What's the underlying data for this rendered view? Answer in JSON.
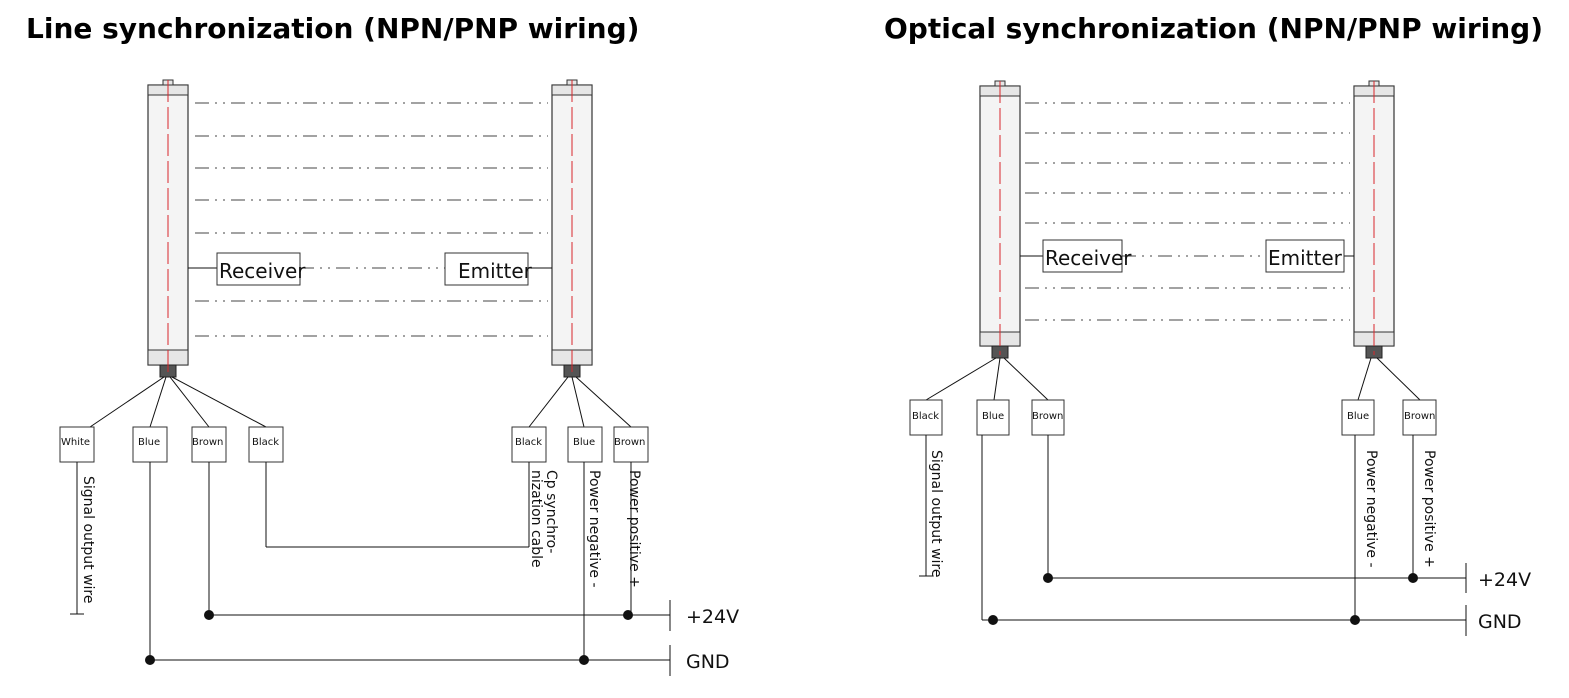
{
  "diagrams": {
    "left": {
      "title": "Line synchronization (NPN/PNP wiring)",
      "receiver_label": "Receiver",
      "emitter_label": "Emitter",
      "wires": {
        "white": "White",
        "blue_rx": "Blue",
        "brown_rx": "Brown",
        "black_rx": "Black",
        "black_tx": "Black",
        "blue_tx": "Blue",
        "brown_tx": "Brown"
      },
      "captions": {
        "signal": "Signal output wire",
        "sync_1": "Cp synchro-",
        "sync_2": "nization cable",
        "power_neg": "Power negative -",
        "power_pos": "Power positive +"
      },
      "rails": {
        "plus": "+24V",
        "gnd": "GND"
      }
    },
    "right": {
      "title": "Optical synchronization (NPN/PNP wiring)",
      "receiver_label": "Receiver",
      "emitter_label": "Emitter",
      "wires": {
        "black_rx": "Black",
        "blue_rx": "Blue",
        "brown_rx": "Brown",
        "blue_tx": "Blue",
        "brown_tx": "Brown"
      },
      "captions": {
        "signal": "Signal output wire",
        "power_neg": "Power negative -",
        "power_pos": "Power positive +"
      },
      "rails": {
        "plus": "+24V",
        "gnd": "GND"
      }
    }
  }
}
